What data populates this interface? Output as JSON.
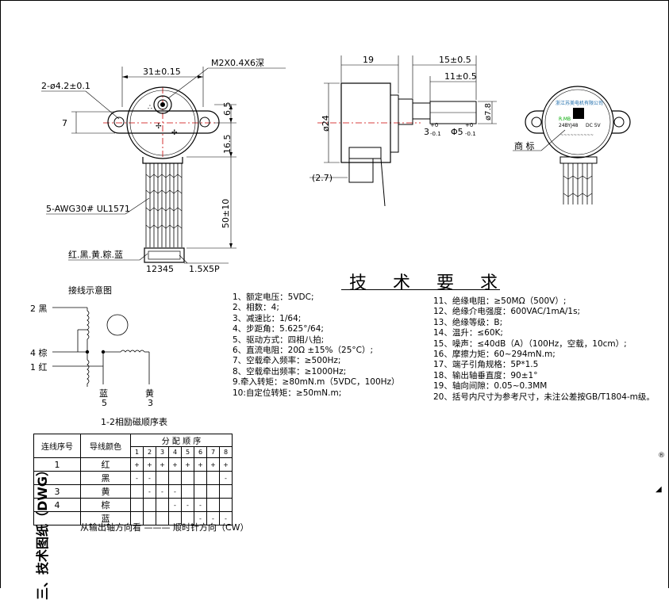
{
  "section_title": "三、技术图纸（DWG）",
  "front_view": {
    "dim_top": "31±0.15",
    "dim_screw": "M2X0.4X6深",
    "dim_hole": "2-ø4.2±0.1",
    "dim_left": "7",
    "dim_r1": "6.5",
    "dim_r2": "16.5",
    "dim_r3": "50±10",
    "cable_spec": "5-AWG30# UL1571",
    "wire_colors": "红.黑.黄.粽.蓝",
    "pins": "12345",
    "connector": "1.5X5P"
  },
  "side_view": {
    "dim_width": "19",
    "dim_shaft_a": "15±0.5",
    "dim_shaft_b": "11±0.5",
    "dim_diam": "ø24",
    "dim_shaft_d": "ø7.8",
    "dim_flat": "3",
    "dim_flat_tol_top": "+0",
    "dim_flat_tol_bot": "-0.1",
    "dim_shaft_phi": "Φ5",
    "dim_phi_tol_top": "+0",
    "dim_phi_tol_bot": "-0.1",
    "dim_27": "(2.7)"
  },
  "label_view": {
    "label_word": "商 标",
    "model": "24BYJ48",
    "voltage": "DC 5V"
  },
  "requirements": {
    "title": "技 术 要 求",
    "left": [
      "1、额定电压：5VDC;",
      "2、相数：4;",
      "3、减速比：1/64;",
      "4、步距角：5.625°/64;",
      "5、驱动方式：四相八拍;",
      "6、直流电阻：20Ω ±15%（25°C）;",
      "7、空载牵入频率：≥500Hz;",
      "8、空载牵出频率：≥1000Hz;",
      "9.牵入转矩：≥80mN.m（5VDC，100Hz）",
      "10:自定位转矩：≥50mN.m;"
    ],
    "right": [
      "11、绝缘电阻：≥50MΩ（500V）;",
      "12、绝缘介电强度：600VAC/1mA/1s;",
      "13、绝缘等级：B;",
      "14、温升：≤60K;",
      "15、噪声：≤40dB（A）（100Hz，空载，10cm）;",
      "16、摩擦力矩：60~294mN.m;",
      "17、端子引角规格：5P*1.5",
      "18、输出轴垂直度：90±1°",
      "19、轴向间隙：0.05~0.3MM",
      "20、括号内尺寸为参考尺寸，未注公差按GB/T1804-m级。"
    ]
  },
  "wiring": {
    "title": "接线示意图",
    "lead2": "2 黑",
    "lead4": "4 棕",
    "lead1": "1 红",
    "blue": "蓝",
    "blue_num": "5",
    "yellow": "黄",
    "yellow_num": "3",
    "phase_title": "1-2相励磁顺序表"
  },
  "sequence_table": {
    "col_seq": "连线序号",
    "col_color": "导线颜色",
    "col_order": "分 配 顺 序",
    "steps": [
      "1",
      "2",
      "3",
      "4",
      "5",
      "6",
      "7",
      "8"
    ],
    "rows": [
      {
        "seq": "1",
        "color": "红",
        "cells": [
          "+",
          "+",
          "+",
          "+",
          "+",
          "+",
          "+",
          "+"
        ]
      },
      {
        "seq": "",
        "color": "黑",
        "cells": [
          "-",
          "-",
          "",
          "",
          "",
          "",
          "",
          "-"
        ]
      },
      {
        "seq": "3",
        "color": "黄",
        "cells": [
          "",
          "-",
          "-",
          "-",
          "",
          "",
          "",
          ""
        ]
      },
      {
        "seq": "4",
        "color": "棕",
        "cells": [
          "",
          "",
          "",
          "-",
          "-",
          "-",
          "",
          ""
        ]
      },
      {
        "seq": "",
        "color": "蓝",
        "cells": [
          "",
          "",
          "",
          "",
          "",
          "-",
          "-",
          "-"
        ]
      }
    ],
    "caption": "从输出轴方向看 ——— 顺时针方向（CW）"
  },
  "registered_mark": "®"
}
